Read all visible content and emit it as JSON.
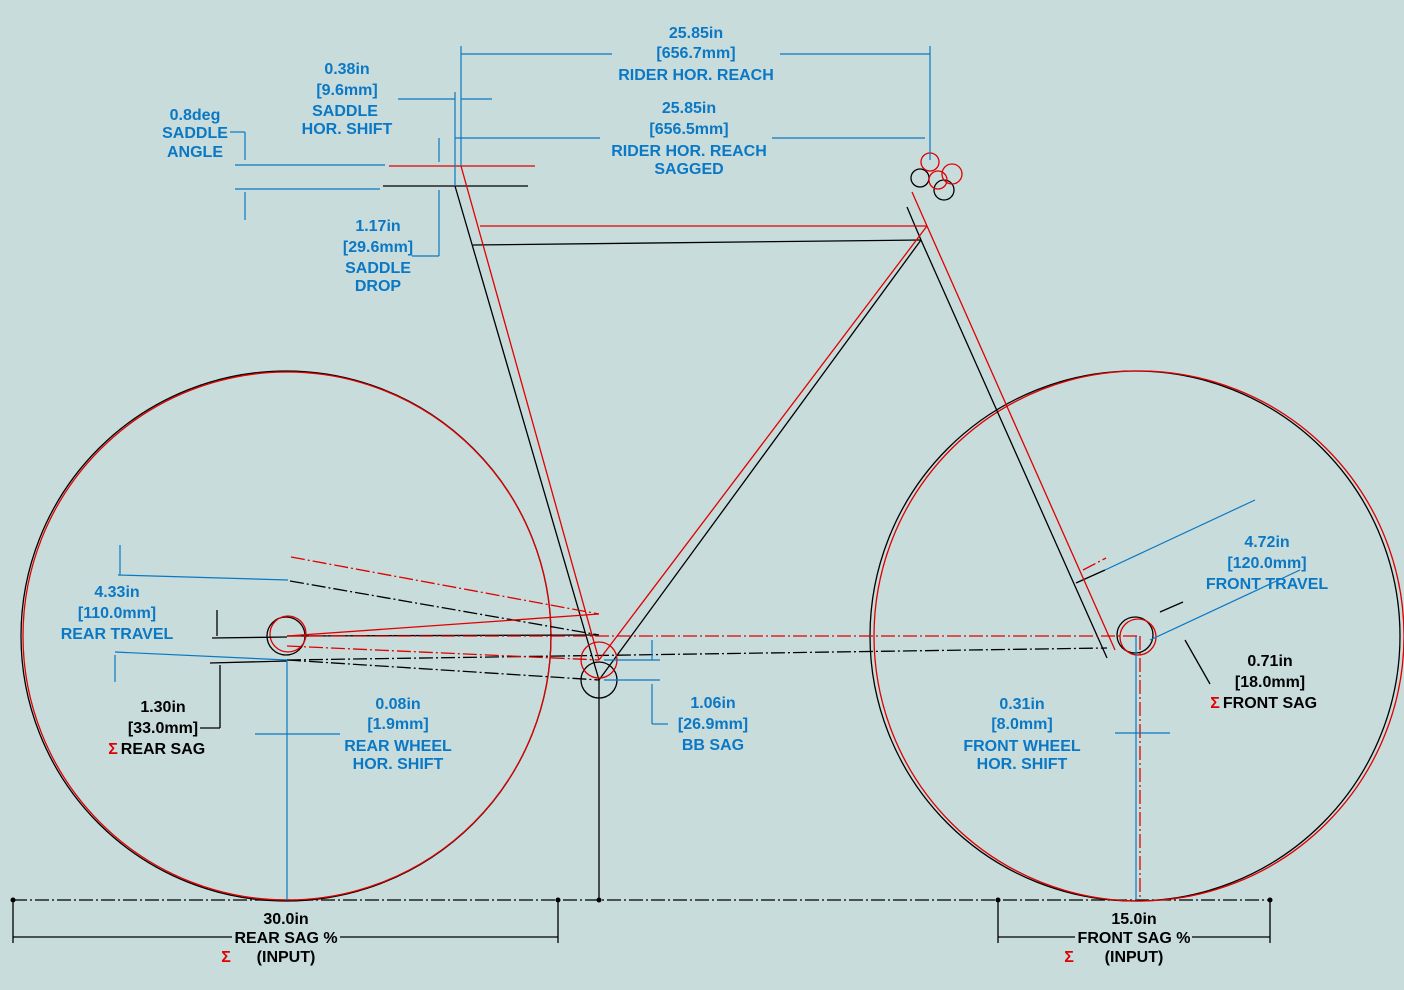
{
  "colors": {
    "background": "#c8dcdc",
    "dimension": "#0a78c4",
    "unsagged": "#000000",
    "sagged": "#e00000"
  },
  "dimensions": {
    "rider_hor_reach": {
      "value_in": "25.85in",
      "value_mm": "656.7mm",
      "label": "RIDER HOR. REACH"
    },
    "rider_hor_reach_sagged": {
      "value_in": "25.85in",
      "value_mm": "656.5mm",
      "label1": "RIDER HOR. REACH",
      "label2": "SAGGED"
    },
    "saddle_hor_shift": {
      "value_in": "0.38in",
      "value_mm": "9.6mm",
      "label1": "SADDLE",
      "label2": "HOR. SHIFT"
    },
    "saddle_angle": {
      "value": "0.8deg",
      "label1": "SADDLE",
      "label2": "ANGLE"
    },
    "saddle_drop": {
      "value_in": "1.17in",
      "value_mm": "29.6mm",
      "label1": "SADDLE",
      "label2": "DROP"
    },
    "rear_travel": {
      "value_in": "4.33in",
      "value_mm": "110.0mm",
      "label": "REAR TRAVEL"
    },
    "rear_sag": {
      "value_in": "1.30in",
      "value_mm": "33.0mm",
      "sigma": "Σ",
      "label": "REAR SAG"
    },
    "rear_wheel_hor_shift": {
      "value_in": "0.08in",
      "value_mm": "1.9mm",
      "label1": "REAR WHEEL",
      "label2": "HOR. SHIFT"
    },
    "bb_sag": {
      "value_in": "1.06in",
      "value_mm": "26.9mm",
      "label": "BB SAG"
    },
    "front_wheel_hor_shift": {
      "value_in": "0.31in",
      "value_mm": "8.0mm",
      "label1": "FRONT WHEEL",
      "label2": "HOR. SHIFT"
    },
    "front_travel": {
      "value_in": "4.72in",
      "value_mm": "120.0mm",
      "label": "FRONT TRAVEL"
    },
    "front_sag": {
      "value_in": "0.71in",
      "value_mm": "18.0mm",
      "sigma": "Σ",
      "label": "FRONT SAG"
    },
    "rear_sag_percent": {
      "value": "30.0in",
      "label": "REAR SAG %",
      "sigma": "Σ",
      "note": "(INPUT)"
    },
    "front_sag_percent": {
      "value": "15.0in",
      "label": "FRONT SAG %",
      "sigma": "Σ",
      "note": "(INPUT)"
    }
  }
}
